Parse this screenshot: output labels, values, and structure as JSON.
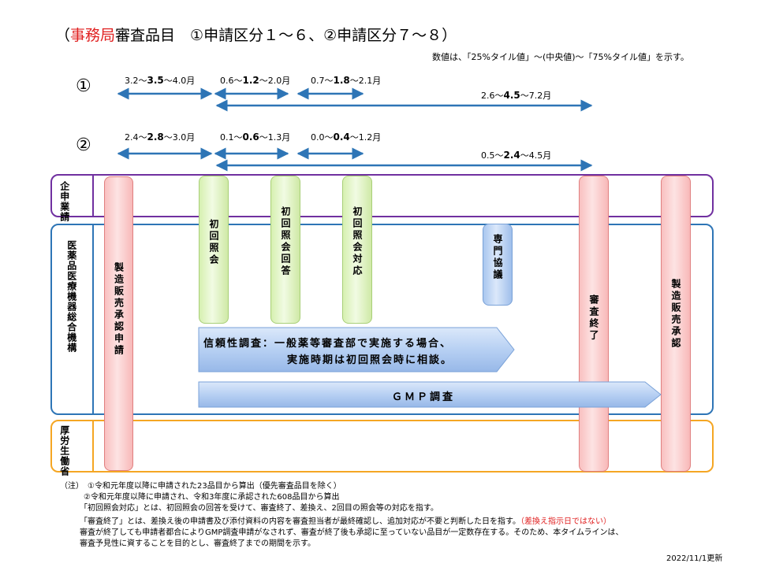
{
  "title": {
    "open": "（",
    "red": "事務局",
    "rest": "審査品目　①申請区分１～６、②申請区分７～８）"
  },
  "top_note": "数値は、「25%タイル値」～(中央値)～「75%タイル値」を示す。",
  "rows": [
    {
      "label": "①",
      "ranges": [
        {
          "pre": "3.2～",
          "bold": "3.5",
          "post": "～4.0月"
        },
        {
          "pre": "0.6～",
          "bold": "1.2",
          "post": "～2.0月"
        },
        {
          "pre": "0.7～",
          "bold": "1.8",
          "post": "～2.1月"
        },
        {
          "pre": "2.6～",
          "bold": "4.5",
          "post": "～7.2月"
        }
      ]
    },
    {
      "label": "②",
      "ranges": [
        {
          "pre": "2.4～",
          "bold": "2.8",
          "post": "～3.0月"
        },
        {
          "pre": "0.1～",
          "bold": "0.6",
          "post": "～1.3月"
        },
        {
          "pre": "0.0～",
          "bold": "0.4",
          "post": "～1.2月"
        },
        {
          "pre": "0.5～",
          "bold": "2.4",
          "post": "～4.5月"
        }
      ]
    }
  ],
  "bands": {
    "company": "企申業請",
    "pmda": "医薬品医療機器総合機構",
    "mhlw": "厚労生働省"
  },
  "pills": {
    "application": "製造販売承認申請",
    "first_inquiry": "初回照会",
    "first_answer": "初回照会回答",
    "first_response": "初回照会対応",
    "expert": "専門協議",
    "review_end": "審査終了",
    "approval": "製造販売承認"
  },
  "arrows": {
    "reliability_line1": "信頼性調査：一般薬等審査部で実施する場合、",
    "reliability_line2": "実施時期は初回照会時に相談。",
    "gmp": "ＧＭＰ調査"
  },
  "footnotes": {
    "line1": "（注）　①令和元年度以降に申請された23品目から算出（優先審査品目を除く）",
    "line2": "②令和元年度以降に申請され、令和3年度に承認された608品目から算出",
    "line3": "「初回照会対応」とは、初回照会の回答を受けて、審査終了、差換え、2回目の照会等の対応を指す。",
    "line4": "「審査終了」とは、差換え後の申請書及び添付資料の内容を審査担当者が最終確認し、追加対応が不要と判断した日を指す。",
    "line4_red": "（差換え指示日ではない）",
    "line5": "審査が終了しても申請者都合によりGMP調査申請がなされず、審査が終了後も承認に至っていない品目が一定数存在する。そのため、本タイムラインは、",
    "line6": "審査予見性に資することを目的とし、審査終了までの期間を示す。"
  },
  "date": "2022/11/1更新",
  "colors": {
    "arrow": "#2e75b6",
    "purple": "#7030a0",
    "blue": "#2e75b6",
    "orange": "#f5a623",
    "red_text": "#e02020"
  }
}
